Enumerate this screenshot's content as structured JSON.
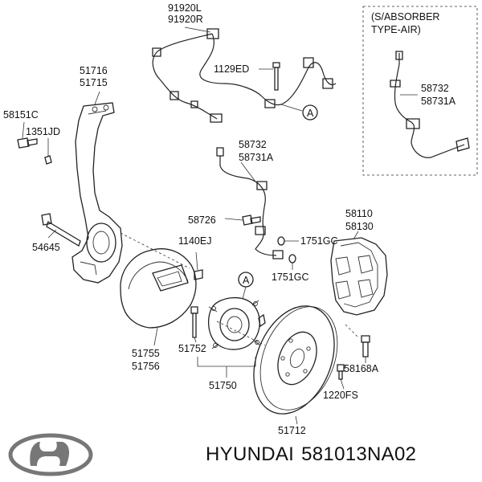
{
  "labels": {
    "p91920l": "91920L",
    "p91920r": "91920R",
    "absorber_line1": "(S/ABSORBER",
    "absorber_line2": "TYPE-AIR)",
    "p1129ed": "1129ED",
    "p51716": "51716",
    "p51715": "51715",
    "p58151c": "58151C",
    "p1351jd": "1351JD",
    "callout_a": "A",
    "p58732": "58732",
    "p58731a": "58731A",
    "p58732_inset": "58732",
    "p58731a_inset": "58731A",
    "p58726": "58726",
    "p58110": "58110",
    "p58130": "58130",
    "p54645": "54645",
    "p1751gc_top": "1751GC",
    "p1140ej": "1140EJ",
    "p1751gc_bottom": "1751GC",
    "p51755": "51755",
    "p51756": "51756",
    "p51752": "51752",
    "p58168a": "58168A",
    "p51750": "51750",
    "p1220fs": "1220FS",
    "p51712": "51712"
  },
  "footer": {
    "brand": "HYUNDAI",
    "part_number": "581013NA02"
  },
  "icons": {
    "logo": "hyundai-logo-icon"
  }
}
